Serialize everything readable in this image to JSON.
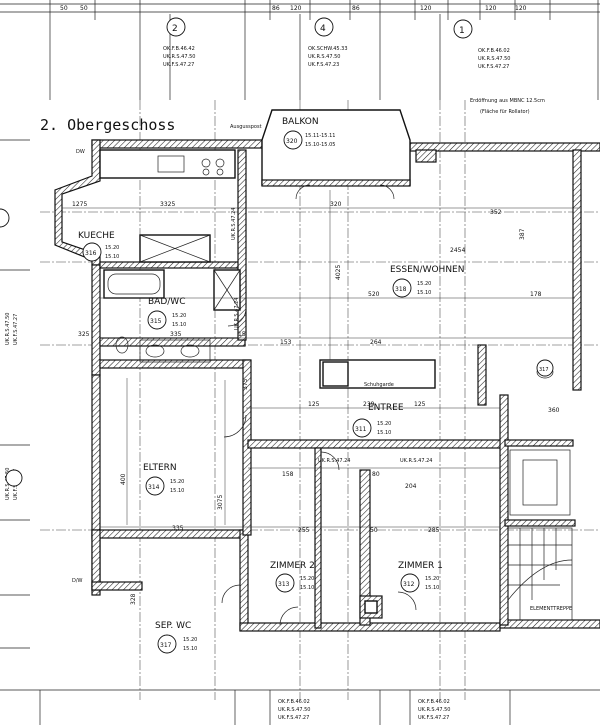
{
  "title": "2. Obergeschoss",
  "axes": {
    "top": [
      {
        "num": "2",
        "dims": [
          "50",
          "50"
        ],
        "levels": [
          "OK.F.B.46.42",
          "UK.R.S.47.50",
          "UK.F.S.47.27"
        ]
      },
      {
        "num": "4",
        "dims": [
          "86",
          "120",
          "86"
        ],
        "levels": [
          "OK.SCHW.45.33",
          "UK.R.S.47.50",
          "UK.F.S.47.23"
        ]
      },
      {
        "num": "1",
        "dims": [
          "120",
          "120",
          "120"
        ],
        "levels": [
          "OK.F.B.46.02",
          "UK.R.S.47.50",
          "UK.F.S.47.27"
        ]
      }
    ],
    "bottom": [
      {
        "levels": [
          "OK.F.B.46.02",
          "UK.R.S.47.50",
          "UK.F.S.47.27"
        ]
      },
      {
        "levels": [
          "OK.F.B.46.02",
          "UK.R.S.47.50",
          "UK.F.S.47.27"
        ]
      }
    ],
    "left": [
      "UK.R.S.47.50",
      "UK.F.S.47.27"
    ]
  },
  "top_note": [
    "Erdöffnung aus MBNC 12.5cm",
    "(Fläche für Rollator)"
  ],
  "rooms": [
    {
      "name": "BALKON",
      "num": "320",
      "l1": "15.11-15.11",
      "l2": "15.10-15.05"
    },
    {
      "name": "KUECHE",
      "num": "316",
      "l1": "15.20",
      "l2": "15.10"
    },
    {
      "name": "BAD/WC",
      "num": "315",
      "l1": "15.20",
      "l2": "15.10"
    },
    {
      "name": "ESSEN/WOHNEN",
      "num": "318",
      "l1": "15.20",
      "l2": "15.10"
    },
    {
      "name": "ENTREE",
      "num": "311",
      "l1": "15.20",
      "l2": "15.10"
    },
    {
      "name": "ELTERN",
      "num": "314",
      "l1": "15.20",
      "l2": "15.10"
    },
    {
      "name": "ZIMMER 2",
      "num": "313",
      "l1": "15.20",
      "l2": "15.10"
    },
    {
      "name": "ZIMMER 1",
      "num": "312",
      "l1": "15.20",
      "l2": "15.10"
    },
    {
      "name": "SEP. WC",
      "num": "317",
      "l1": "15.20",
      "l2": "15.10"
    },
    {
      "name": "",
      "num": "317",
      "l1": "",
      "l2": ""
    }
  ],
  "labels": {
    "elementtreppe": "ELEMENTTREPPE",
    "schuhgarde": "Schuhgarde",
    "ausgusspost": "Ausgusspost",
    "ukrs": "UK.R.S.47.24",
    "dw": "DW",
    "dw2": "D/W"
  },
  "dims": {
    "d1275": "1275",
    "d3325": "3325",
    "d320": "320",
    "d352": "352",
    "d2454": "2454",
    "d520": "520",
    "d153": "153",
    "d264": "264",
    "d178": "178",
    "d325": "325",
    "d335a": "335",
    "d15": "15",
    "d239": "239",
    "d125a": "125",
    "d125b": "125",
    "d158": "158",
    "d80": "80",
    "d204": "204",
    "d335b": "335",
    "d255": "255",
    "d50": "50",
    "d285": "285",
    "d360": "360",
    "d387": "387",
    "d4025": "4025",
    "d400": "400",
    "d3075": "3075",
    "d375": "375",
    "d328": "328"
  }
}
